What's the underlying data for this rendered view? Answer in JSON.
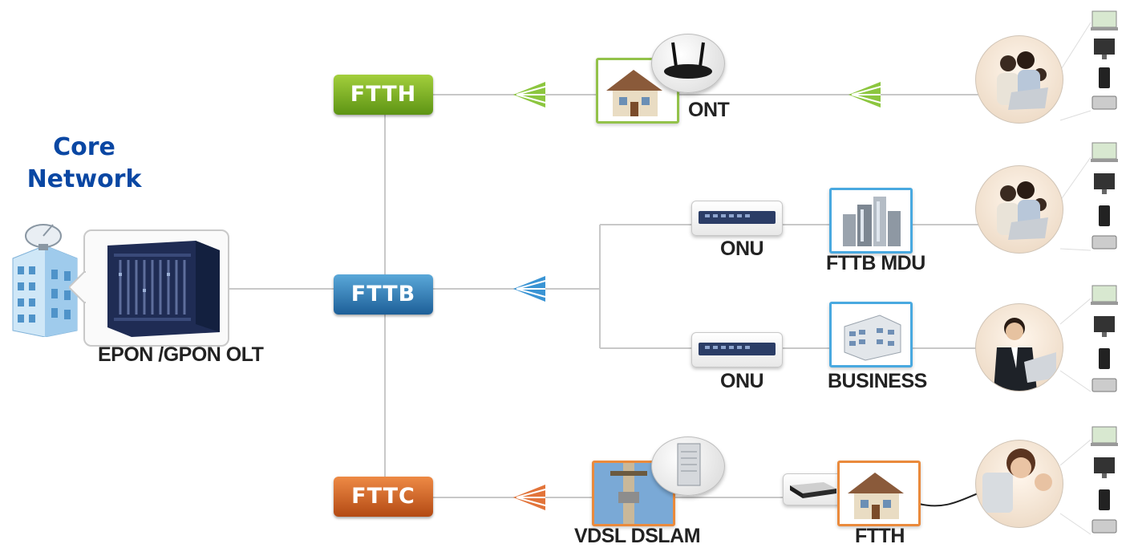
{
  "core": {
    "line1": "Core",
    "line2": "Network"
  },
  "olt": {
    "label": "EPON /GPON OLT"
  },
  "tiers": {
    "ftth": "FTTH",
    "fttb": "FTTB",
    "fttc": "FTTC"
  },
  "ftth_row": {
    "ont_label": "ONT"
  },
  "fttb_rows": {
    "onu1_label": "ONU",
    "mdu_label": "FTTB MDU",
    "onu2_label": "ONU",
    "business_label": "BUSINESS"
  },
  "fttc_row": {
    "dslam_label": "VDSL DSLAM",
    "home_label": "FTTH"
  },
  "colors": {
    "ftth": "#7db32a",
    "fttb": "#2f7fbf",
    "fttc": "#d9652a",
    "core": "#0a47a3",
    "line": "#c8c8c8"
  },
  "icons": [
    "satellite-building-icon",
    "olt-rack-icon",
    "splitter-icon",
    "house-icon",
    "router-icon",
    "switch-icon",
    "building-icon",
    "office-icon",
    "pole-icon",
    "modem-icon",
    "family-icon",
    "businessman-icon",
    "laptop-icon",
    "monitor-icon",
    "phone-icon",
    "mobile-icon"
  ]
}
